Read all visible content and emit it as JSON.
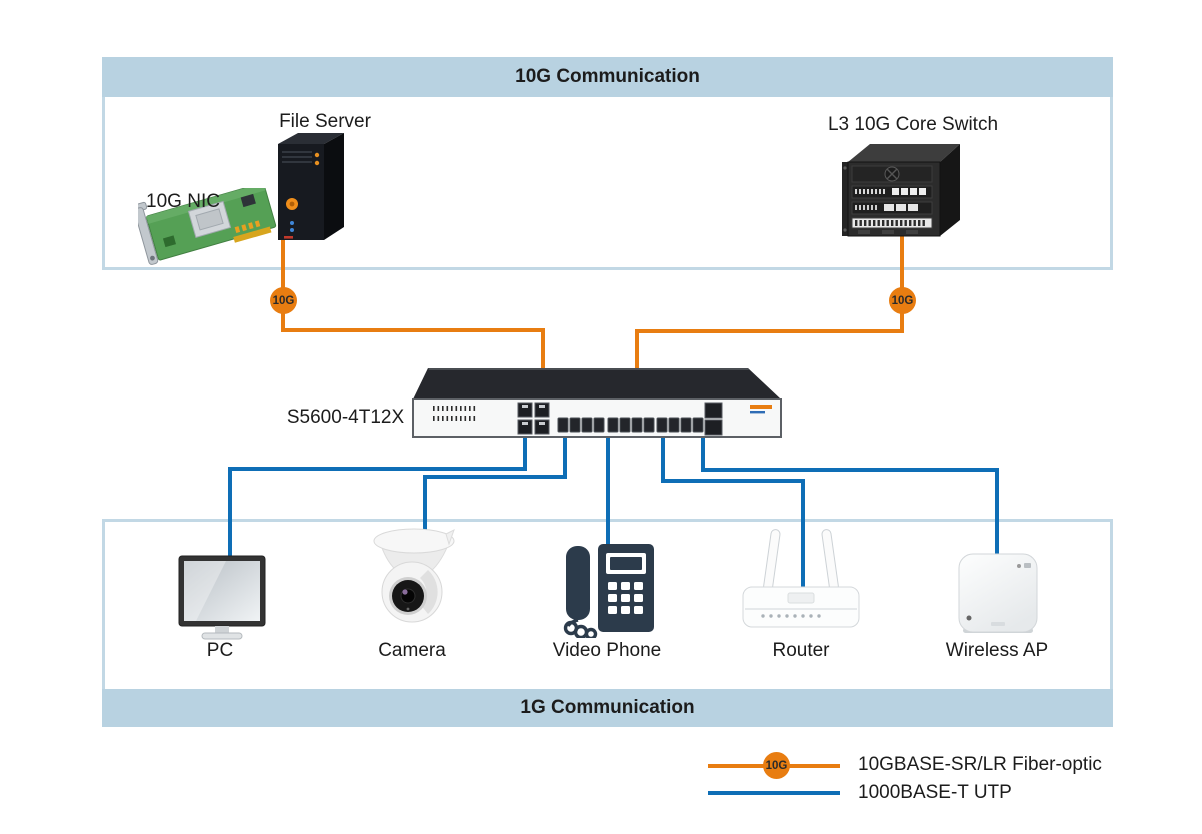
{
  "zones": {
    "top": {
      "title": "10G Communication"
    },
    "bottom": {
      "title": "1G Communication"
    }
  },
  "nodes": {
    "file_server": {
      "label": "File Server"
    },
    "nic": {
      "label": "10G NIC"
    },
    "core_switch": {
      "label": "L3 10G Core Switch"
    },
    "access_switch": {
      "label": "S5600-4T12X"
    },
    "pc": {
      "label": "PC"
    },
    "camera": {
      "label": "Camera"
    },
    "video_phone": {
      "label": "Video Phone"
    },
    "router": {
      "label": "Router"
    },
    "wireless_ap": {
      "label": "Wireless AP"
    }
  },
  "links": {
    "badge_left": "10G",
    "badge_right": "10G"
  },
  "legend": {
    "fiber": {
      "badge": "10G",
      "label": "10GBASE-SR/LR Fiber-optic"
    },
    "utp": {
      "label": "1000BASE-T UTP"
    }
  },
  "colors": {
    "fiber_orange": "#e87d11",
    "utp_blue": "#0e6eb6",
    "banner_blue": "#b8d2e1",
    "border_blue": "#c2d8e5",
    "text": "#1c1c1c"
  }
}
